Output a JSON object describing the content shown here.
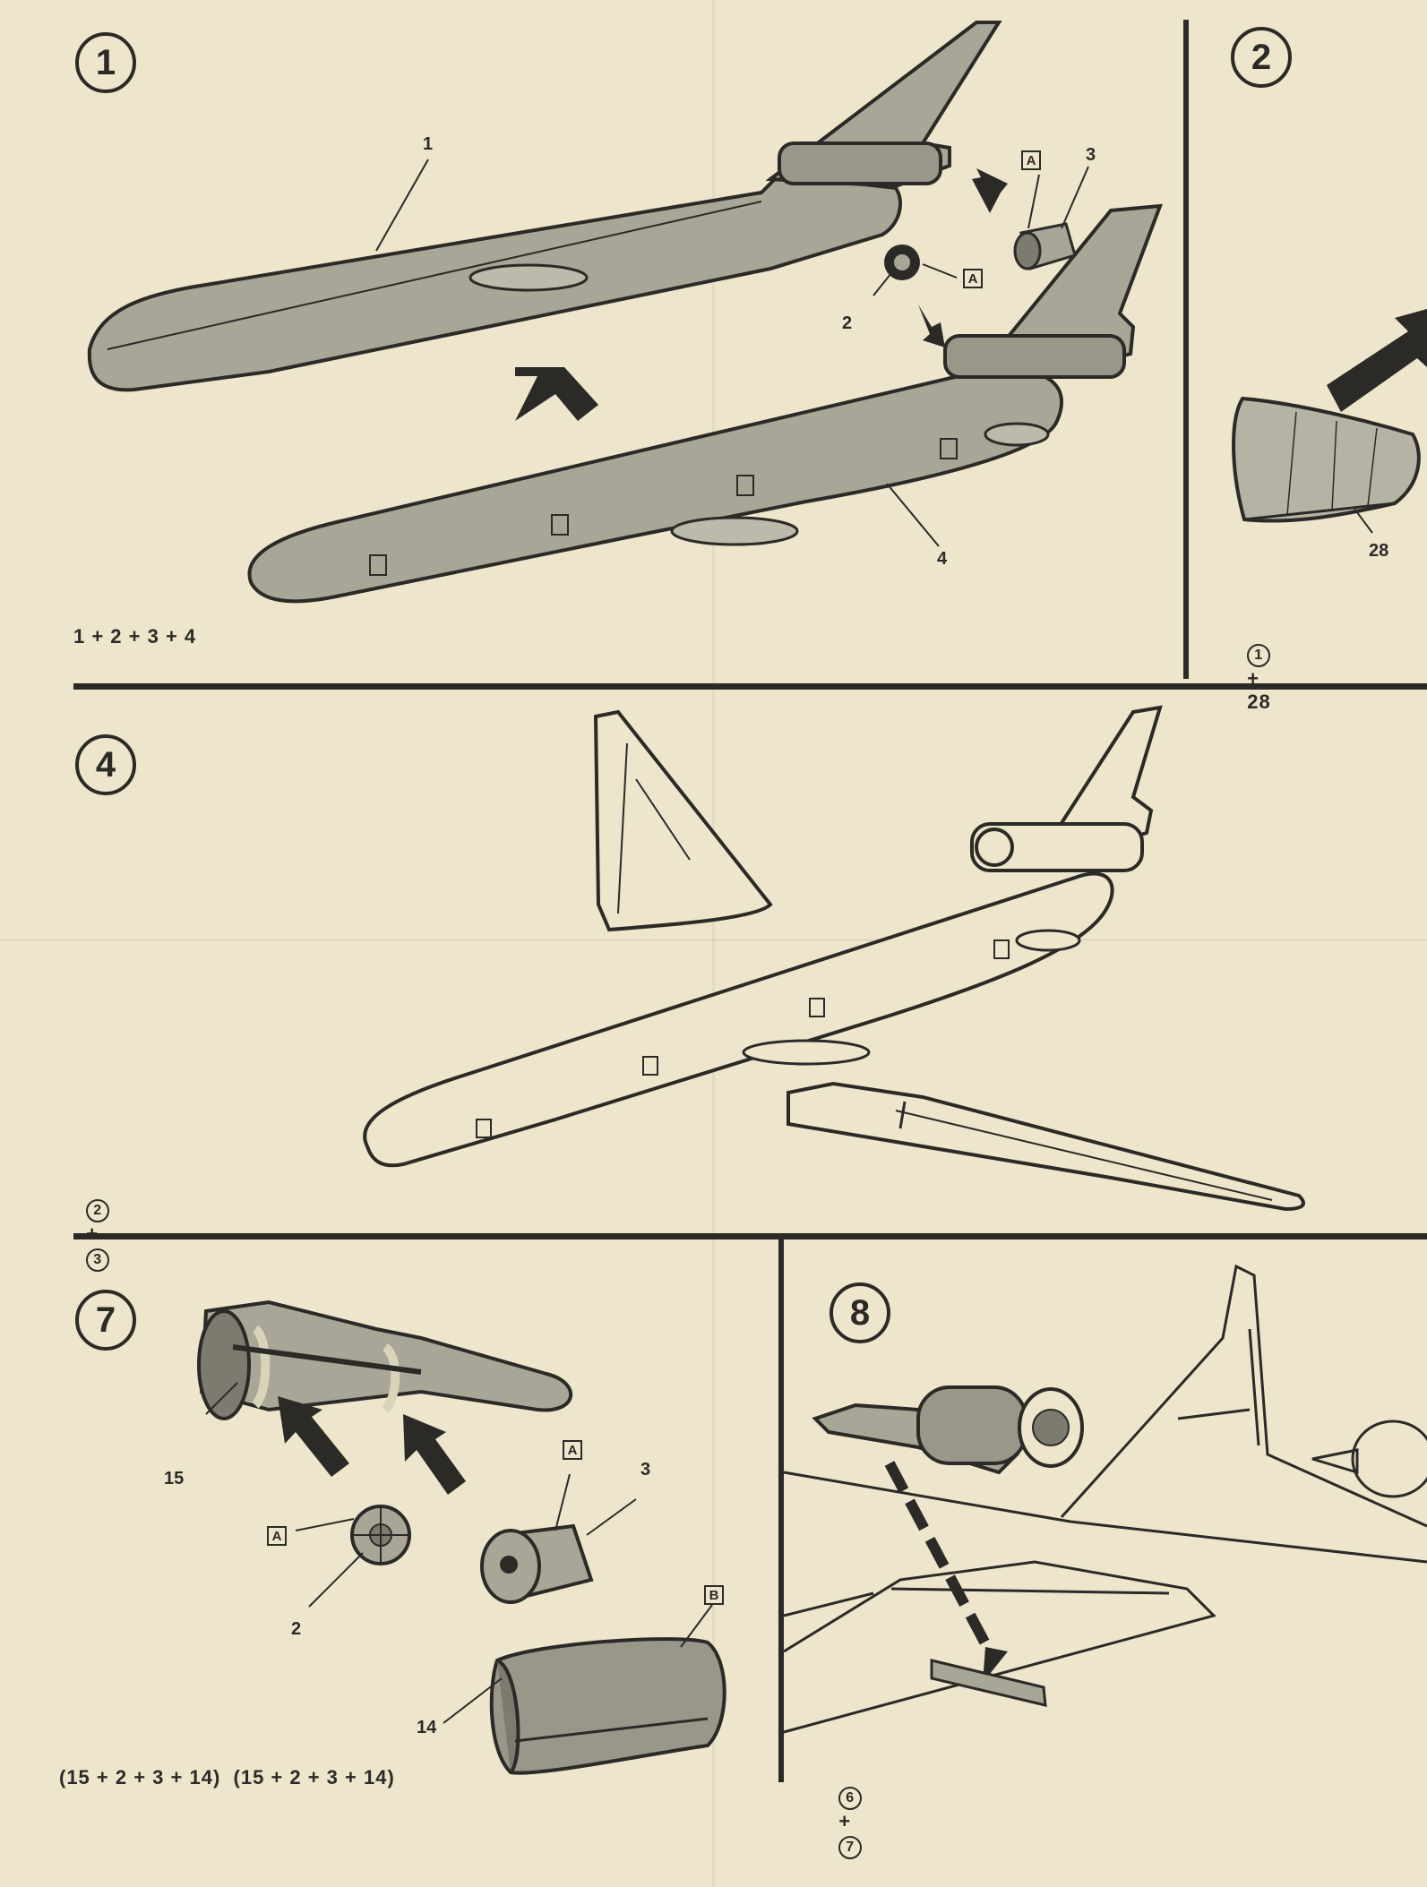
{
  "colors": {
    "paper": "#ede5cc",
    "ink": "#2b2a26",
    "part_fill": "#a9a597",
    "part_fill_dark": "#7d7a70"
  },
  "steps": [
    {
      "number": "1",
      "formula": "1 + 2 + 3 + 4",
      "parts": {
        "p1": "1",
        "p2": "2",
        "p3": "3",
        "p4": "4"
      },
      "callouts": {
        "a1": "A",
        "a2": "A"
      }
    },
    {
      "number": "2",
      "formula_part": "28",
      "parts": {
        "p28": "28"
      }
    },
    {
      "number": "4"
    },
    {
      "number": "7",
      "formula": "(15 + 2 + 3 + 14)  (15 + 2 + 3 + 14)",
      "parts": {
        "p15": "15",
        "p2": "2",
        "p3": "3",
        "p14": "14"
      },
      "callouts": {
        "a1": "A",
        "a2": "A",
        "b": "B"
      }
    },
    {
      "number": "8"
    }
  ],
  "refs": {
    "s2_step": "1",
    "s4_a": "2",
    "s4_b": "3",
    "s8_a": "6",
    "s8_b": "7"
  },
  "plus": "+"
}
